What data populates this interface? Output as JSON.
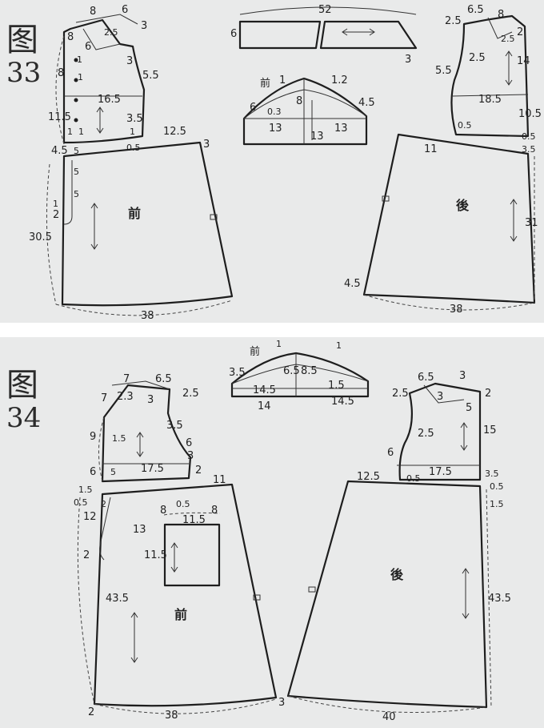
{
  "fig33": {
    "title_char": "图",
    "title_num": "33",
    "front_label": "前",
    "back_label": "後",
    "front": {
      "m_8": "8",
      "m_6": "6",
      "m_3": "3",
      "m_25": "2.5",
      "m_8b": "8",
      "m_6b": "6",
      "m_1a": "1",
      "m_8c": "8",
      "m_1b": "1",
      "m_3b": "3",
      "m_55": "5.5",
      "m_165": "16.5",
      "m_115": "11.5",
      "m_1c": "1",
      "m_1d": "1",
      "m_35": "3.5",
      "m_1e": "1",
      "m_05": "0.5",
      "m_125": "12.5",
      "m_3c": "3",
      "m_45": "4.5",
      "m_5a": "5",
      "m_5b": "5",
      "m_5c": "5",
      "m_1f": "1",
      "m_2": "2",
      "m_305": "30.5",
      "m_38": "38"
    },
    "collar": {
      "m_52": "52",
      "m_6": "6",
      "m_3": "3"
    },
    "sleeve": {
      "front_label": "前",
      "m_1": "1",
      "m_12": "1.2",
      "m_6": "6",
      "m_03": "0.3",
      "m_8": "8",
      "m_45": "4.5",
      "m_13a": "13",
      "m_13b": "13",
      "m_13c": "13"
    },
    "back": {
      "m_25a": "2.5",
      "m_65": "6.5",
      "m_8": "8",
      "m_2": "2",
      "m_25b": "2.5",
      "m_14": "14",
      "m_25c": "2.5",
      "m_55": "5.5",
      "m_185": "18.5",
      "m_105": "10.5",
      "m_05a": "0.5",
      "m_05b": "0.5",
      "m_11": "11",
      "m_35": "3.5",
      "m_31": "31",
      "m_45": "4.5",
      "m_38": "38"
    }
  },
  "fig34": {
    "title_char": "图",
    "title_num": "34",
    "front_label": "前",
    "back_label": "後",
    "sleeve": {
      "front_label": "前",
      "m_1a": "1",
      "m_1b": "1",
      "m_35": "3.5",
      "m_65": "6.5",
      "m_85": "8.5",
      "m_145a": "14.5",
      "m_15": "1.5",
      "m_14": "14",
      "m_145b": "14.5"
    },
    "front": {
      "m_7": "7",
      "m_65": "6.5",
      "m_7b": "7",
      "m_23": "2.3",
      "m_3": "3",
      "m_25": "2.5",
      "m_9": "9",
      "m_15": "1.5",
      "m_35": "3.5",
      "m_6": "6",
      "m_6b": "6",
      "m_5": "5",
      "m_175": "17.5",
      "m_3b": "3",
      "m_2": "2",
      "m_15b": "1.5",
      "m_11": "11",
      "m_05": "0.5",
      "m_2b": "2",
      "m_05b": "0.5",
      "m_12": "12",
      "m_8a": "8",
      "m_115a": "11.5",
      "m_8b": "8",
      "m_13": "13",
      "m_2c": "2",
      "m_115b": "11.5",
      "m_435": "43.5",
      "m_2d": "2",
      "m_38": "38",
      "m_3c": "3"
    },
    "back": {
      "m_65": "6.5",
      "m_3": "3",
      "m_25": "2.5",
      "m_3b": "3",
      "m_2": "2",
      "m_5": "5",
      "m_25b": "2.5",
      "m_15": "15",
      "m_6": "6",
      "m_125": "12.5",
      "m_05": "0.5",
      "m_175": "17.5",
      "m_35": "3.5",
      "m_05b": "0.5",
      "m_15b": "1.5",
      "m_435": "43.5",
      "m_40": "40"
    }
  }
}
